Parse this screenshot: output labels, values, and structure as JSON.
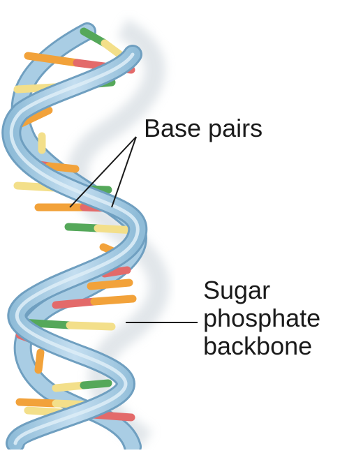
{
  "labels": {
    "base_pairs": "Base pairs",
    "backbone_lines": [
      "Sugar",
      "phosphate",
      "backbone"
    ]
  },
  "colors": {
    "ribbon": "#a9cde4",
    "ribbon_edge": "#6f9fc0",
    "ribbon_highlight": "#dcecf6",
    "shadow": "#d6dce1",
    "base_orange": "#f2a23a",
    "base_red": "#e36a6a",
    "base_green": "#55a85a",
    "base_yellow": "#f3df8a",
    "text": "#1a1a1a"
  }
}
